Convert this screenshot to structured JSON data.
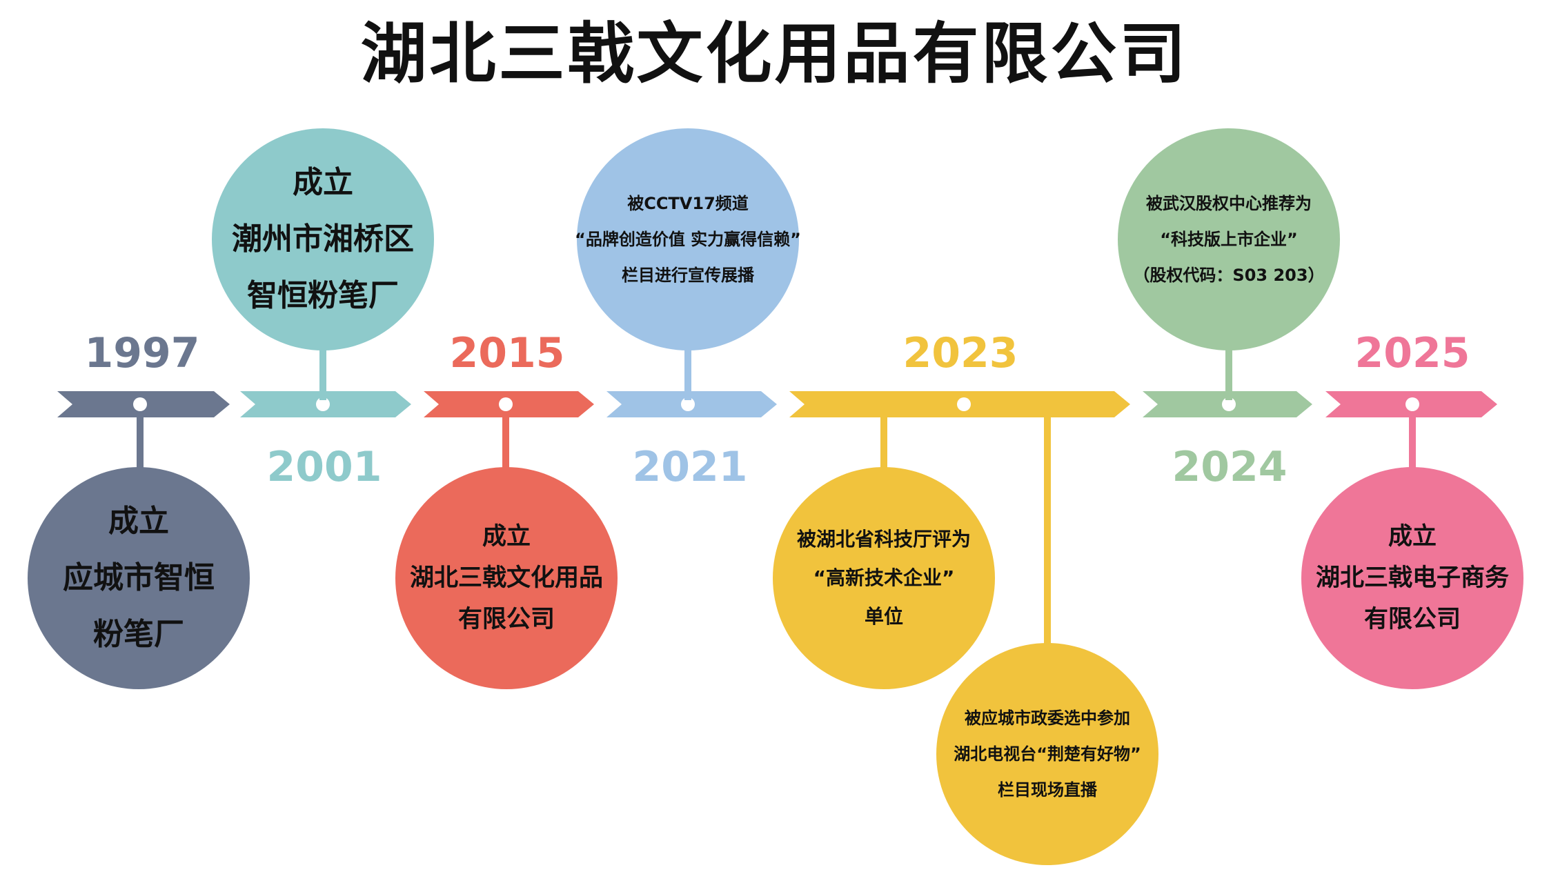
{
  "title": "湖北三戟文化用品有限公司",
  "colors": {
    "c1997": "#6b778f",
    "c2001": "#8ecacb",
    "c2015": "#eb6a5b",
    "c2021": "#9fc3e6",
    "c2023": "#f1c33d",
    "c2024": "#a0c8a0",
    "c2025": "#ef7698"
  },
  "events": [
    {
      "year": "1997",
      "lines": [
        "成立",
        "应城市智恒",
        "粉笔厂"
      ]
    },
    {
      "year": "2001",
      "lines": [
        "成立",
        "潮州市湘桥区",
        "智恒粉笔厂"
      ]
    },
    {
      "year": "2015",
      "lines": [
        "成立",
        "湖北三戟文化用品",
        "有限公司"
      ]
    },
    {
      "year": "2021",
      "lines": [
        "被CCTV17频道",
        "“品牌创造价值 实力赢得信赖”",
        "栏目进行宣传展播"
      ]
    },
    {
      "year": "2023",
      "lines": [
        "被湖北省科技厅评为",
        "“高新技术企业”",
        "单位"
      ]
    },
    {
      "year": "2023",
      "lines": [
        "被应城市政委选中参加",
        "湖北电视台“荆楚有好物”",
        "栏目现场直播"
      ]
    },
    {
      "year": "2024",
      "lines": [
        "被武汉股权中心推荐为",
        "“科技版上市企业”",
        "（股权代码：S03 203）"
      ]
    },
    {
      "year": "2025",
      "lines": [
        "成立",
        "湖北三戟电子商务",
        "有限公司"
      ]
    }
  ]
}
